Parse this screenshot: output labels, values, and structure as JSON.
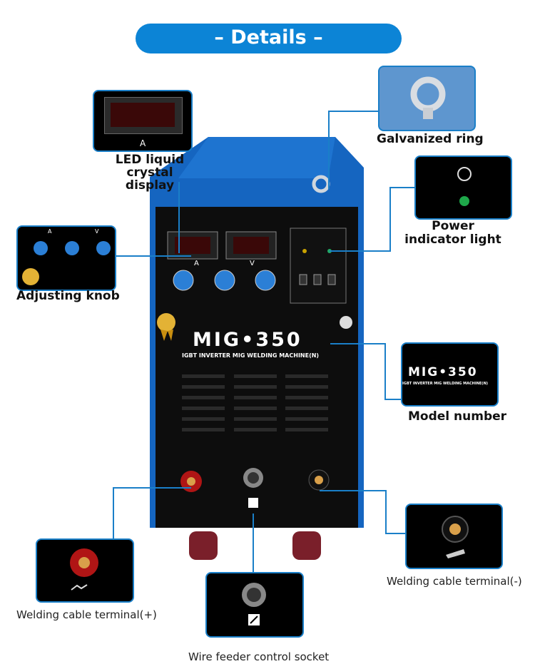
{
  "header": {
    "title": "– Details –"
  },
  "machine": {
    "model": "MIG•350",
    "subtitle": "IGBT INVERTER MIG WELDING MACHINE(N)",
    "ammeter_unit": "A",
    "voltmeter_unit": "V"
  },
  "callouts": {
    "led_display": {
      "label_line1": "LED liquid",
      "label_line2": "crystal display",
      "unit": "A"
    },
    "ring": {
      "label": "Galvanized ring"
    },
    "power": {
      "label_line1": "Power",
      "label_line2": "indicator light"
    },
    "knob": {
      "label": "Adjusting knob",
      "unit_a": "A",
      "unit_v": "V"
    },
    "model": {
      "label": "Model number",
      "text": "MIG•350",
      "subtitle": "IGBT INVERTER MIG WELDING MACHINE(N)"
    },
    "terminal_minus": {
      "label": "Welding cable terminal(-)"
    },
    "terminal_plus": {
      "label": "Welding cable terminal(+)"
    },
    "wire_feeder": {
      "label": "Wire feeder control socket"
    }
  },
  "colors": {
    "accent": "#0c84d6",
    "machine_blue": "#1565c0",
    "panel_black": "#0d0d0d"
  }
}
